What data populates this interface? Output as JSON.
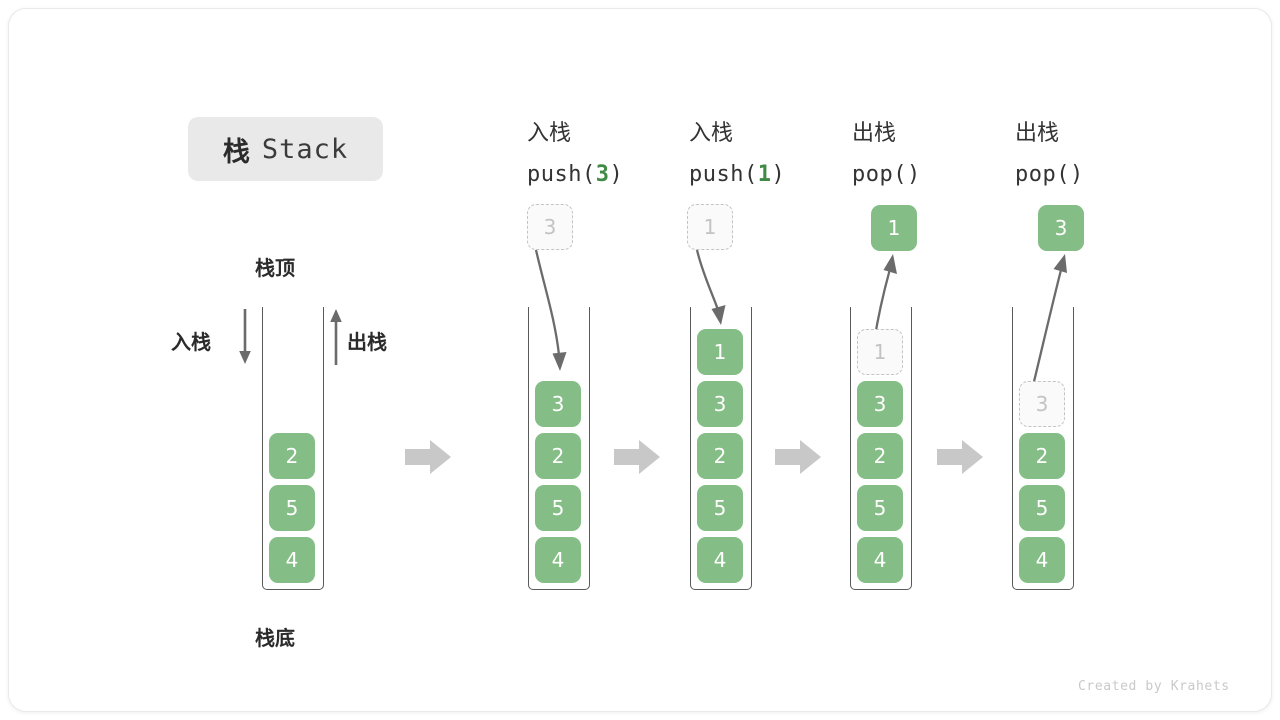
{
  "diagram": {
    "title_cn": "栈",
    "title_en": "Stack",
    "top_label": "栈顶",
    "bottom_label": "栈底",
    "push_label": "入栈",
    "pop_label": "出栈",
    "credit": "Created by Krahets",
    "colors": {
      "cell_fill": "#84bd85",
      "cell_text": "#ffffff",
      "ghost_fill": "#fafafa",
      "ghost_border": "#c4c4c4",
      "ghost_text": "#c3c3c3",
      "accent_green": "#3f8a45",
      "wall": "#5a5a5a",
      "flow_arrow": "#c8c8c8",
      "curve_arrow": "#6b6b6b",
      "chip_bg": "#e9e9e9"
    },
    "columns": [
      {
        "id": "initial",
        "head_cn": "",
        "head_code": "",
        "head_arg": "",
        "floating": null,
        "cells": [
          {
            "value": "2",
            "state": "solid"
          },
          {
            "value": "5",
            "state": "solid"
          },
          {
            "value": "4",
            "state": "solid"
          }
        ]
      },
      {
        "id": "push-3",
        "head_cn": "入栈",
        "head_code_pre": "push(",
        "head_arg": "3",
        "head_code_post": ")",
        "floating": {
          "value": "3",
          "state": "ghost",
          "position": "above"
        },
        "arrow": "down-into-stack",
        "cells": [
          {
            "value": "3",
            "state": "solid"
          },
          {
            "value": "2",
            "state": "solid"
          },
          {
            "value": "5",
            "state": "solid"
          },
          {
            "value": "4",
            "state": "solid"
          }
        ]
      },
      {
        "id": "push-1",
        "head_cn": "入栈",
        "head_code_pre": "push(",
        "head_arg": "1",
        "head_code_post": ")",
        "floating": {
          "value": "1",
          "state": "ghost",
          "position": "above"
        },
        "arrow": "down-into-stack",
        "cells": [
          {
            "value": "1",
            "state": "solid"
          },
          {
            "value": "3",
            "state": "solid"
          },
          {
            "value": "2",
            "state": "solid"
          },
          {
            "value": "5",
            "state": "solid"
          },
          {
            "value": "4",
            "state": "solid"
          }
        ]
      },
      {
        "id": "pop-1",
        "head_cn": "出栈",
        "head_code_pre": "pop(",
        "head_arg": "",
        "head_code_post": ")",
        "floating": {
          "value": "1",
          "state": "solid",
          "position": "above"
        },
        "arrow": "up-out-of-stack",
        "cells": [
          {
            "value": "1",
            "state": "ghost"
          },
          {
            "value": "3",
            "state": "solid"
          },
          {
            "value": "2",
            "state": "solid"
          },
          {
            "value": "5",
            "state": "solid"
          },
          {
            "value": "4",
            "state": "solid"
          }
        ]
      },
      {
        "id": "pop-3",
        "head_cn": "出栈",
        "head_code_pre": "pop(",
        "head_arg": "",
        "head_code_post": ")",
        "floating": {
          "value": "3",
          "state": "solid",
          "position": "above"
        },
        "arrow": "up-out-of-stack",
        "cells": [
          {
            "value": "3",
            "state": "ghost"
          },
          {
            "value": "2",
            "state": "solid"
          },
          {
            "value": "5",
            "state": "solid"
          },
          {
            "value": "4",
            "state": "solid"
          }
        ]
      }
    ]
  }
}
